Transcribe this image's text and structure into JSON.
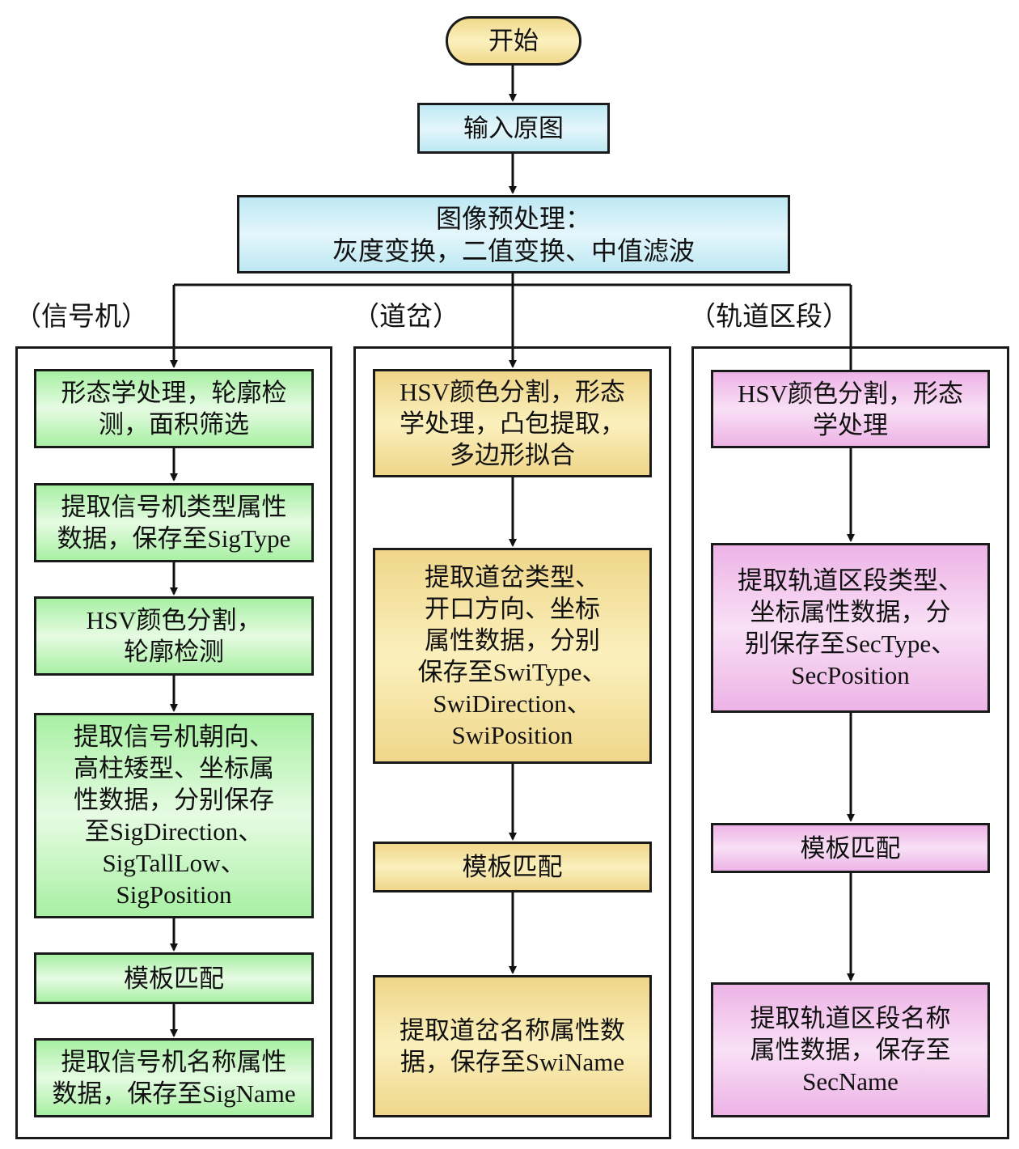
{
  "start": {
    "label": "开始"
  },
  "input": {
    "label": "输入原图"
  },
  "preprocess": {
    "label": "图像预处理：\n灰度变换，二值变换、中值滤波"
  },
  "lanes": [
    {
      "label": "（信号机）",
      "color": "green",
      "steps": [
        "形态学处理，轮廓检\n测，面积筛选",
        "提取信号机类型属性\n数据，保存至SigType",
        "HSV颜色分割，\n轮廓检测",
        "提取信号机朝向、\n高柱矮型、坐标属\n性数据，分别保存\n至SigDirection、\nSigTallLow、\nSigPosition",
        "模板匹配",
        "提取信号机名称属性\n数据，保存至SigName"
      ]
    },
    {
      "label": "（道岔）",
      "color": "yellow",
      "steps": [
        "HSV颜色分割，形态\n学处理，凸包提取，\n多边形拟合",
        "提取道岔类型、\n开口方向、坐标\n属性数据，分别\n保存至SwiType、\nSwiDirection、\nSwiPosition",
        "模板匹配",
        "提取道岔名称属性数\n据，保存至SwiName"
      ]
    },
    {
      "label": "（轨道区段）",
      "color": "pink",
      "steps": [
        "HSV颜色分割，形态\n学处理",
        "提取轨道区段类型、\n坐标属性数据，分\n别保存至SecType、\nSecPosition",
        "模板匹配",
        "提取轨道区段名称\n属性数据，保存至\nSecName"
      ]
    }
  ],
  "colors": {
    "terminal": "#f6e3a0",
    "process_blue": "#c8ecf6",
    "signal_green": "#b8f4b3",
    "switch_yellow": "#f4e0a0",
    "section_pink": "#f0c0ea",
    "stroke": "#1a1a1a"
  }
}
